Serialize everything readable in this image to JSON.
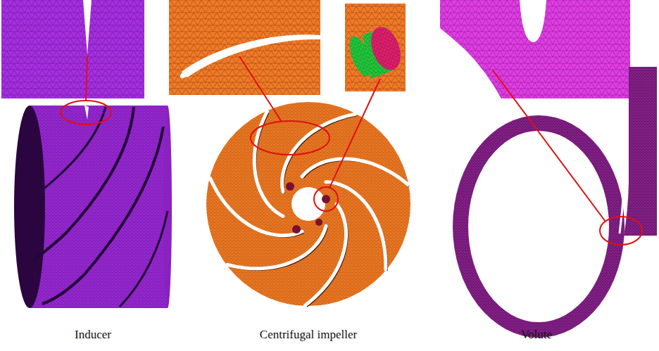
{
  "diagram": {
    "labels": [
      "Inducer",
      "Centrifugal impeller",
      "Volute"
    ]
  }
}
